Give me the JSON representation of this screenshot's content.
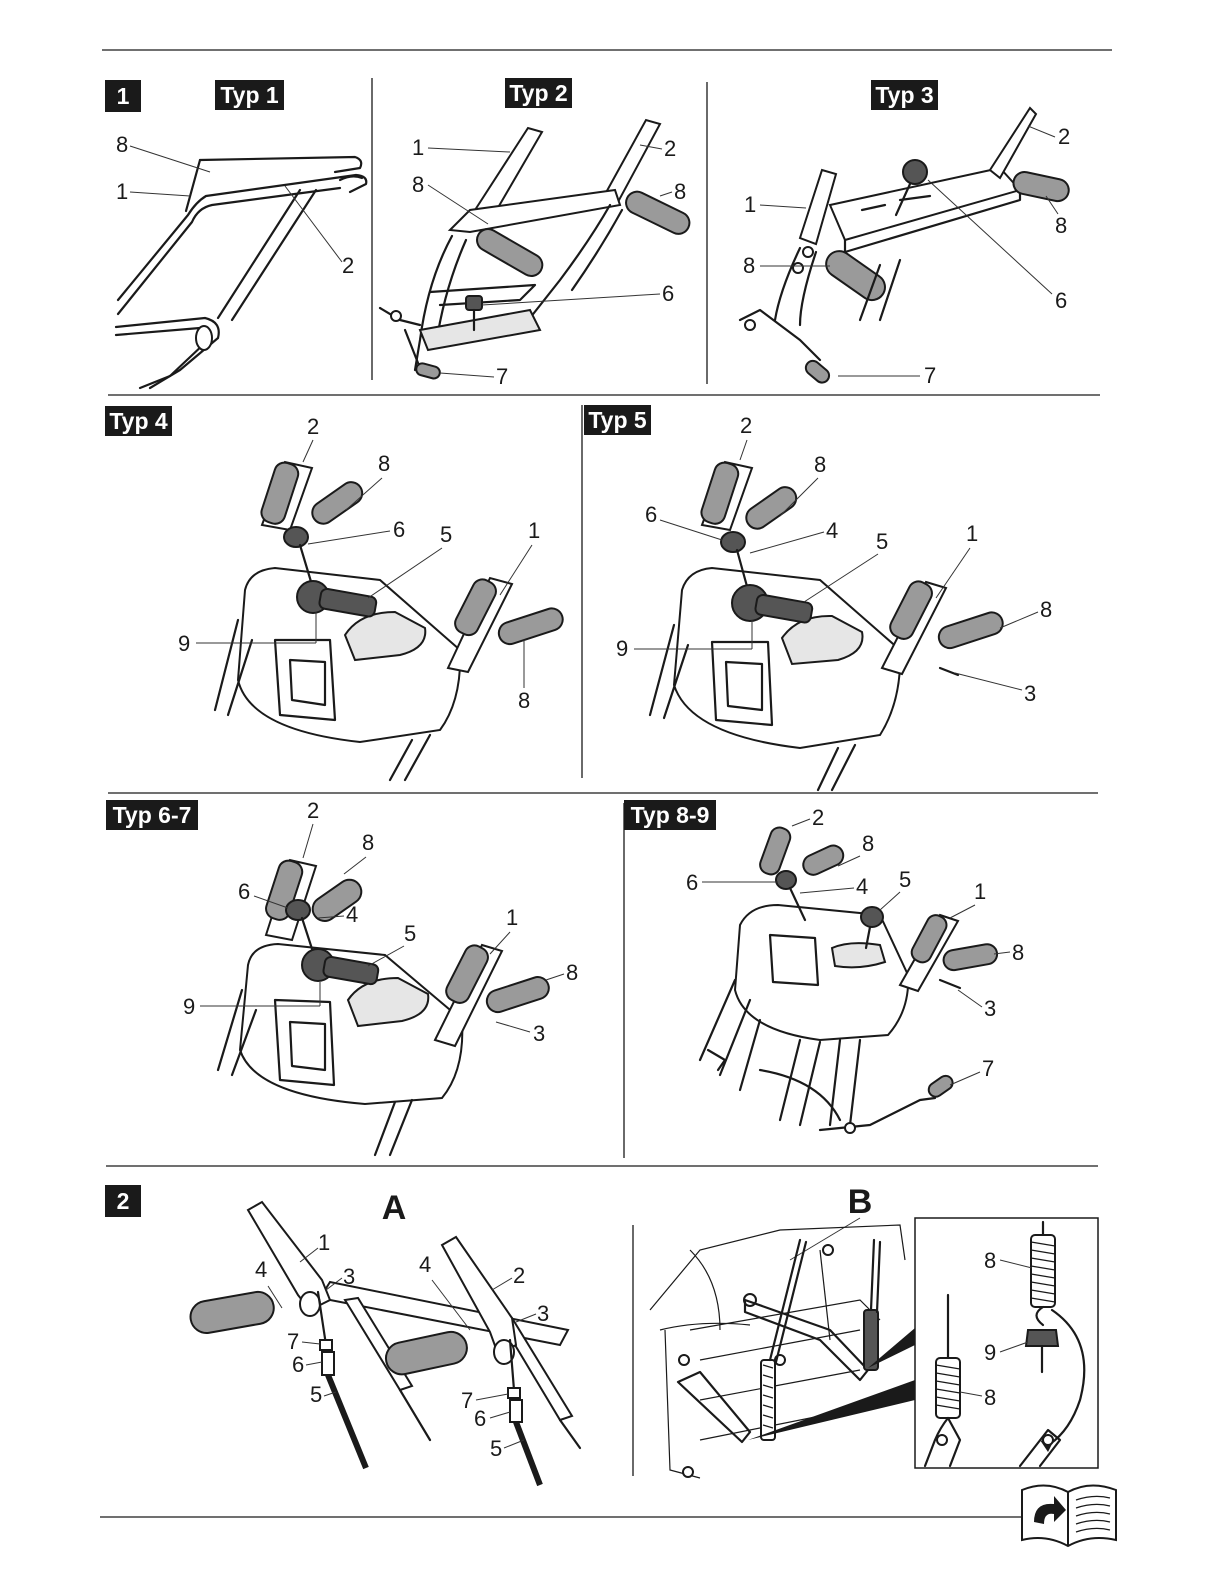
{
  "figure1": {
    "number": "1",
    "types": {
      "t1": "Typ 1",
      "t2": "Typ 2",
      "t3": "Typ 3",
      "t4": "Typ 4",
      "t5": "Typ 5",
      "t67": "Typ 6-7",
      "t89": "Typ 8-9"
    }
  },
  "figure2": {
    "number": "2",
    "view_a": "A",
    "view_b": "B"
  },
  "callouts": {
    "n1": "1",
    "n2": "2",
    "n3": "3",
    "n4": "4",
    "n5": "5",
    "n6": "6",
    "n7": "7",
    "n8": "8",
    "n9": "9"
  },
  "icons": {
    "manual": "open-book-back-arrow-icon"
  }
}
